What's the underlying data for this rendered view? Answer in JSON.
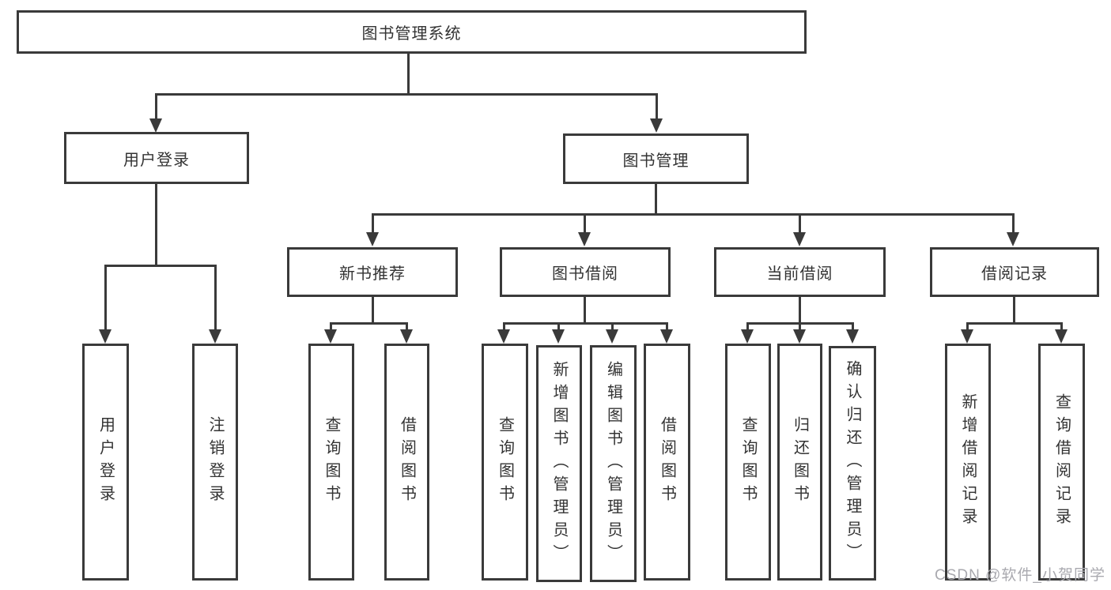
{
  "root": {
    "label": "图书管理系统"
  },
  "branches": [
    {
      "label": "用户登录",
      "leaves": [
        {
          "label": "用户登录"
        },
        {
          "label": "注销登录"
        }
      ]
    },
    {
      "label": "图书管理",
      "children": [
        {
          "label": "新书推荐",
          "leaves": [
            {
              "label": "查询图书"
            },
            {
              "label": "借阅图书"
            }
          ]
        },
        {
          "label": "图书借阅",
          "leaves": [
            {
              "label": "查询图书"
            },
            {
              "label": "新增图书（管理员）"
            },
            {
              "label": "编辑图书（管理员）"
            },
            {
              "label": "借阅图书"
            }
          ]
        },
        {
          "label": "当前借阅",
          "leaves": [
            {
              "label": "查询图书"
            },
            {
              "label": "归还图书"
            },
            {
              "label": "确认归还（管理员）"
            }
          ]
        },
        {
          "label": "借阅记录",
          "leaves": [
            {
              "label": "新增借阅记录"
            },
            {
              "label": "查询借阅记录"
            }
          ]
        }
      ]
    }
  ],
  "watermark": {
    "text": "CSDN @软件_小贺同学"
  },
  "colors": {
    "line": "#3a3a3a",
    "text": "#333333",
    "background": "#ffffff",
    "watermark": "#a9a9af"
  }
}
